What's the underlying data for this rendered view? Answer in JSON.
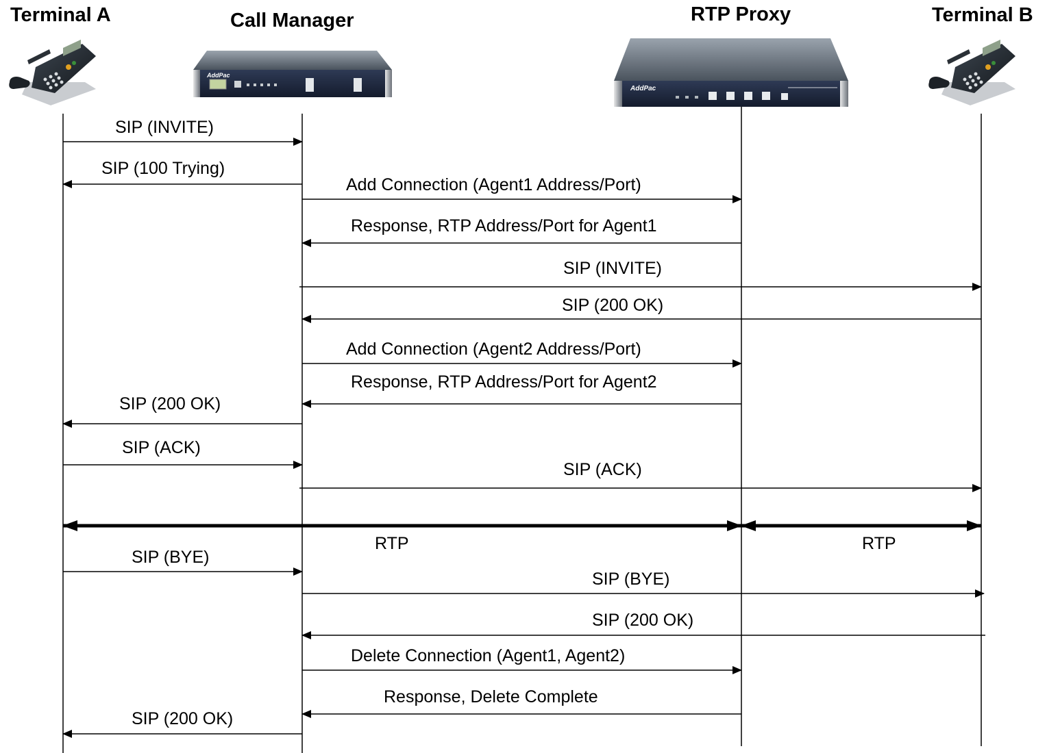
{
  "participants": {
    "terminal_a": "Terminal A",
    "call_manager": "Call Manager",
    "rtp_proxy": "RTP Proxy",
    "terminal_b": "Terminal B"
  },
  "device_labels": {
    "call_manager_brand": "AddPac",
    "rtp_proxy_brand": "AddPac"
  },
  "messages": [
    {
      "label": "SIP (INVITE)",
      "from": "terminal_a",
      "to": "call_manager"
    },
    {
      "label": "SIP (100 Trying)",
      "from": "call_manager",
      "to": "terminal_a"
    },
    {
      "label": "Add Connection (Agent1 Address/Port)",
      "from": "call_manager",
      "to": "rtp_proxy"
    },
    {
      "label": "Response, RTP Address/Port for Agent1",
      "from": "rtp_proxy",
      "to": "call_manager"
    },
    {
      "label": "SIP (INVITE)",
      "from": "call_manager",
      "to": "terminal_b"
    },
    {
      "label": "SIP (200 OK)",
      "from": "terminal_b",
      "to": "call_manager"
    },
    {
      "label": "Add Connection (Agent2 Address/Port)",
      "from": "call_manager",
      "to": "rtp_proxy"
    },
    {
      "label": "Response, RTP Address/Port for Agent2",
      "from": "rtp_proxy",
      "to": "call_manager"
    },
    {
      "label": "SIP (200 OK)",
      "from": "call_manager",
      "to": "terminal_a"
    },
    {
      "label": "SIP (ACK)",
      "from": "terminal_a",
      "to": "call_manager"
    },
    {
      "label": "SIP (ACK)",
      "from": "call_manager",
      "to": "terminal_b"
    },
    {
      "label": "RTP",
      "from": "terminal_a",
      "to": "rtp_proxy",
      "bidirectional": true
    },
    {
      "label": "RTP",
      "from": "rtp_proxy",
      "to": "terminal_b",
      "bidirectional": true
    },
    {
      "label": "SIP (BYE)",
      "from": "terminal_a",
      "to": "call_manager"
    },
    {
      "label": "SIP (BYE)",
      "from": "call_manager",
      "to": "terminal_b"
    },
    {
      "label": "SIP (200 OK)",
      "from": "terminal_b",
      "to": "call_manager"
    },
    {
      "label": "Delete Connection (Agent1, Agent2)",
      "from": "call_manager",
      "to": "rtp_proxy"
    },
    {
      "label": "Response, Delete Complete",
      "from": "rtp_proxy",
      "to": "call_manager"
    },
    {
      "label": "SIP (200 OK)",
      "from": "call_manager",
      "to": "terminal_a"
    }
  ]
}
